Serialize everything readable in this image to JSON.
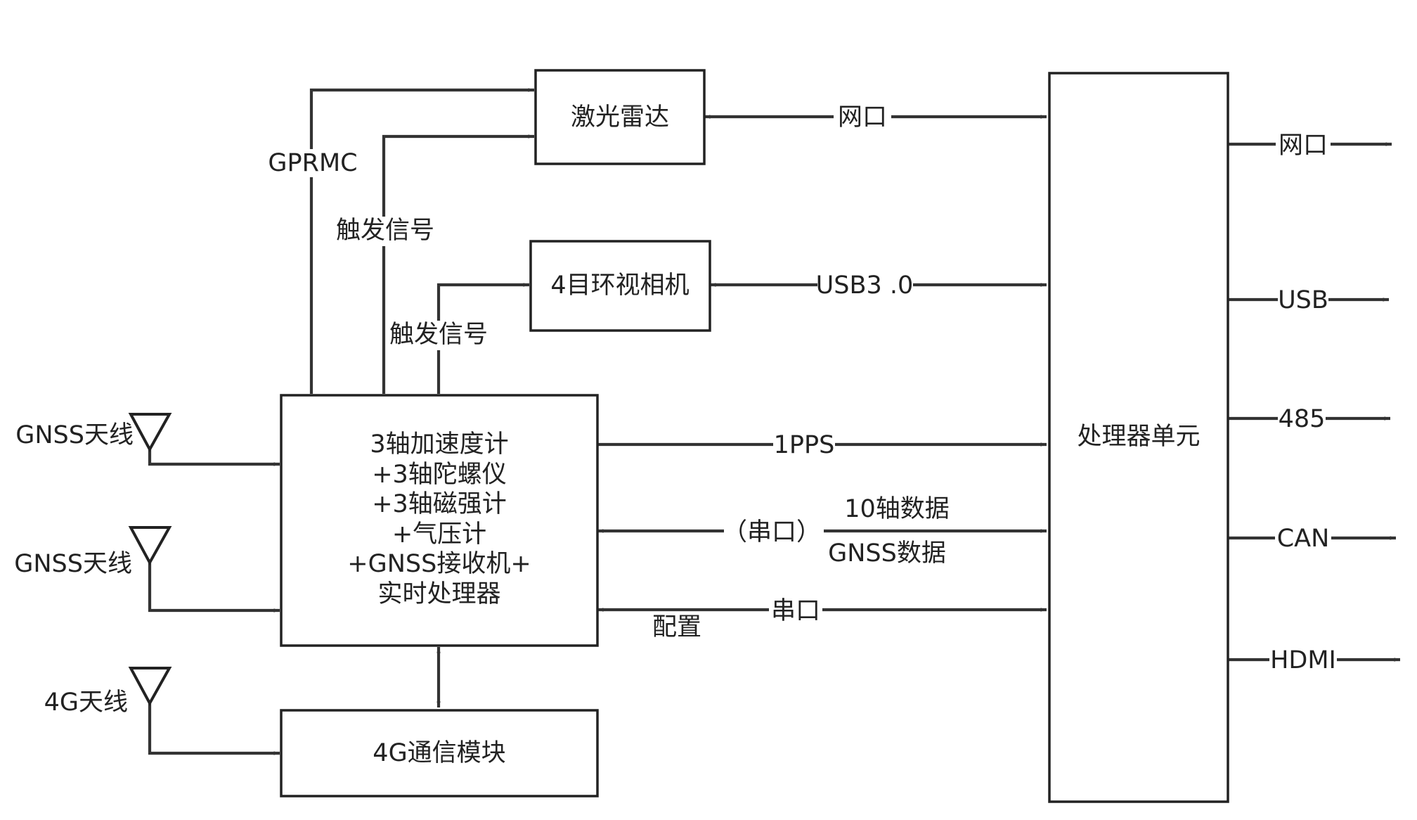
{
  "colors": {
    "line": "#333333",
    "box_stroke": "#222222",
    "text": "#222222",
    "background": "#ffffff"
  },
  "blocks": {
    "lidar": "激光雷达",
    "camera": "4目环视相机",
    "imu_lines": [
      "3轴加速度计",
      "+3轴陀螺仪",
      "+3轴磁强计",
      "+气压计",
      "+GNSS接收机+",
      "实时处理器"
    ],
    "comm_4g": "4G通信模块",
    "processor": "处理器单元"
  },
  "antennas": {
    "gnss_1": "GNSS天线",
    "gnss_2": "GNSS天线",
    "ant_4g": "4G天线"
  },
  "links": {
    "gprmc": "GPRMC",
    "trigger_lidar": "触发信号",
    "trigger_camera": "触发信号",
    "lidar_net": "网口",
    "camera_usb": "USB3 .0",
    "pps": "1PPS",
    "serial_paren": "（串口）",
    "data_10axis": "10轴数据",
    "gnss_data": "GNSS数据",
    "serial_config": "串口",
    "config": "配置"
  },
  "outputs": [
    "网口",
    "USB",
    "485",
    "CAN",
    "HDMI"
  ]
}
